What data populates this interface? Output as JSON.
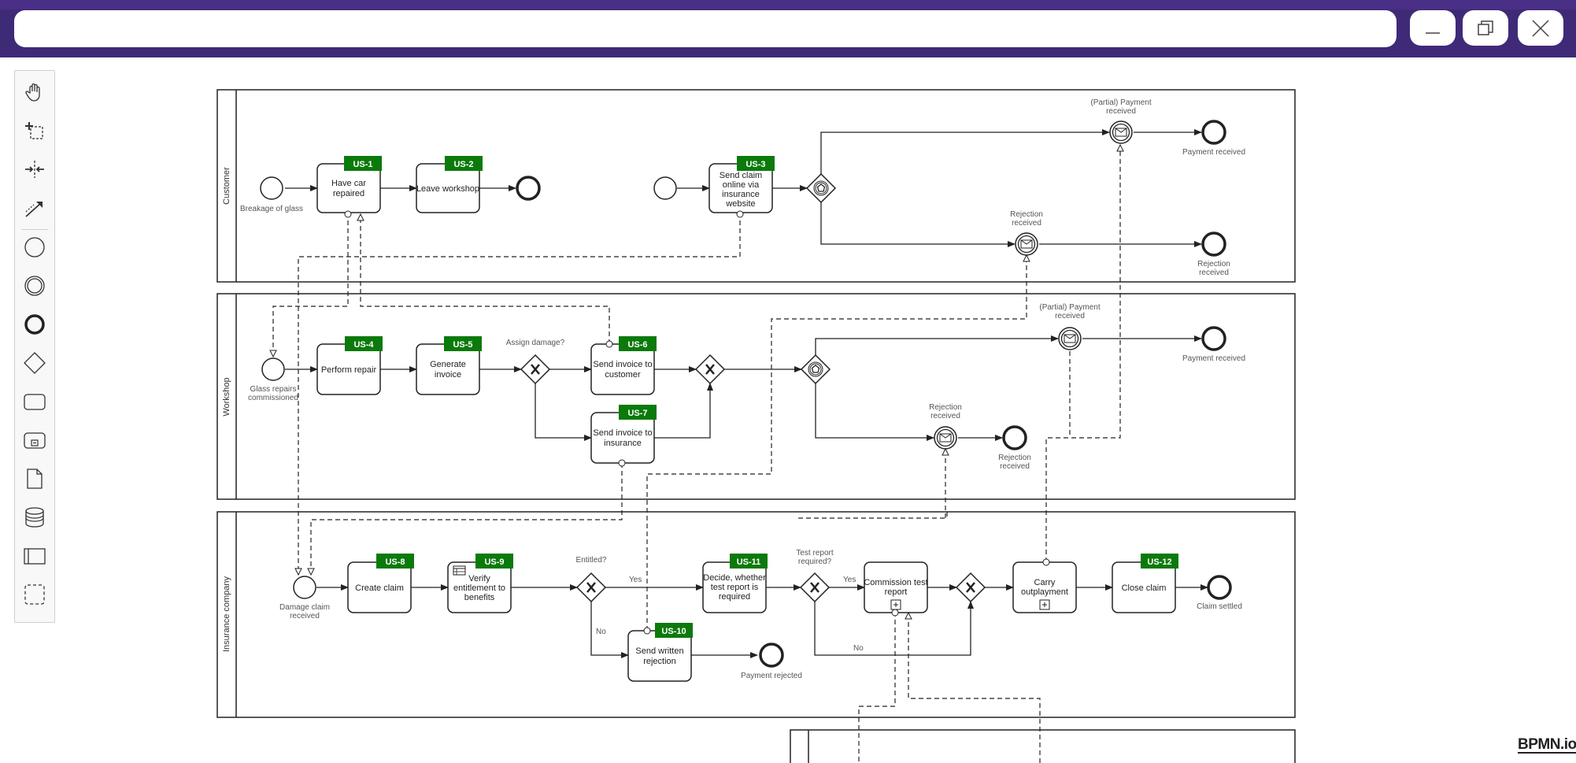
{
  "window": {
    "address_value": "",
    "controls": [
      "minimize",
      "restore",
      "close"
    ]
  },
  "palette": {
    "tools": [
      {
        "name": "hand-tool-icon",
        "label": "Hand tool"
      },
      {
        "name": "lasso-tool-icon",
        "label": "Lasso tool"
      },
      {
        "name": "space-tool-icon",
        "label": "Space tool"
      },
      {
        "name": "connect-tool-icon",
        "label": "Global connect tool"
      },
      {
        "name": "start-event-icon",
        "label": "Create StartEvent"
      },
      {
        "name": "intermediate-event-icon",
        "label": "Create Intermediate/Boundary Event"
      },
      {
        "name": "end-event-icon",
        "label": "Create EndEvent"
      },
      {
        "name": "gateway-icon",
        "label": "Create Gateway"
      },
      {
        "name": "task-icon",
        "label": "Create Task"
      },
      {
        "name": "subprocess-icon",
        "label": "Create expanded SubProcess"
      },
      {
        "name": "data-object-icon",
        "label": "Create DataObjectReference"
      },
      {
        "name": "data-store-icon",
        "label": "Create DataStoreReference"
      },
      {
        "name": "pool-icon",
        "label": "Create Pool/Participant"
      },
      {
        "name": "group-icon",
        "label": "Create Group"
      }
    ]
  },
  "diagram": {
    "lanes": {
      "customer": "Customer",
      "workshop": "Workshop",
      "insurance": "Insurance company"
    },
    "badges": {
      "us1": "US-1",
      "us2": "US-2",
      "us3": "US-3",
      "us4": "US-4",
      "us5": "US-5",
      "us6": "US-6",
      "us7": "US-7",
      "us8": "US-8",
      "us9": "US-9",
      "us10": "US-10",
      "us11": "US-11",
      "us12": "US-12"
    },
    "tasks": {
      "have_car_repaired": [
        "Have car",
        "repaired"
      ],
      "leave_workshop": [
        "Leave workshop"
      ],
      "send_claim_online": [
        "Send claim",
        "online via",
        "insurance",
        "website"
      ],
      "perform_repair": [
        "Perform repair"
      ],
      "generate_invoice": [
        "Generate",
        "invoice"
      ],
      "send_invoice_customer": [
        "Send invoice to",
        "customer"
      ],
      "send_invoice_insurance": [
        "Send invoice to",
        "insurance"
      ],
      "create_claim": [
        "Create claim"
      ],
      "verify_entitlement": [
        "Verify",
        "entitlement to",
        "benefits"
      ],
      "send_written_rejection": [
        "Send written",
        "rejection"
      ],
      "decide_test_report": [
        "Decide, whether",
        "test report is",
        "required"
      ],
      "commission_test_report": [
        "Commission test",
        "report"
      ],
      "carry_outpayment": [
        "Carry",
        "outplayment"
      ],
      "close_claim": [
        "Close claim"
      ]
    },
    "events": {
      "breakage_of_glass": [
        "Breakage of glass"
      ],
      "payment_received_label_top": [
        "(Partial) Payment",
        "received"
      ],
      "payment_received_end_top": [
        "Payment received"
      ],
      "rejection_received_label_top": [
        "Rejection",
        "received"
      ],
      "rejection_received_end_top": [
        "Rejection",
        "received"
      ],
      "glass_repairs_commissioned": [
        "Glass repairs",
        "commissioned"
      ],
      "payment_received_label_mid": [
        "(Partial) Payment",
        "received"
      ],
      "payment_received_end_mid": [
        "Payment received"
      ],
      "rejection_received_label_mid": [
        "Rejection",
        "received"
      ],
      "rejection_received_end_mid": [
        "Rejection",
        "received"
      ],
      "damage_claim_received": [
        "Damage claim",
        "received"
      ],
      "payment_rejected": [
        "Payment rejected"
      ],
      "claim_settled": [
        "Claim settled"
      ]
    },
    "gateways": {
      "assign_damage": "Assign damage?",
      "entitled": "Entitled?",
      "test_report_required": [
        "Test report",
        "required?"
      ]
    },
    "flow_labels": {
      "yes1": "Yes",
      "no1": "No",
      "yes2": "Yes",
      "no2": "No"
    }
  },
  "branding": {
    "logo": "BPMN.io"
  },
  "colors": {
    "titlebar": "#3f2a78",
    "badge": "#0b7a0b",
    "stroke": "#222222"
  }
}
